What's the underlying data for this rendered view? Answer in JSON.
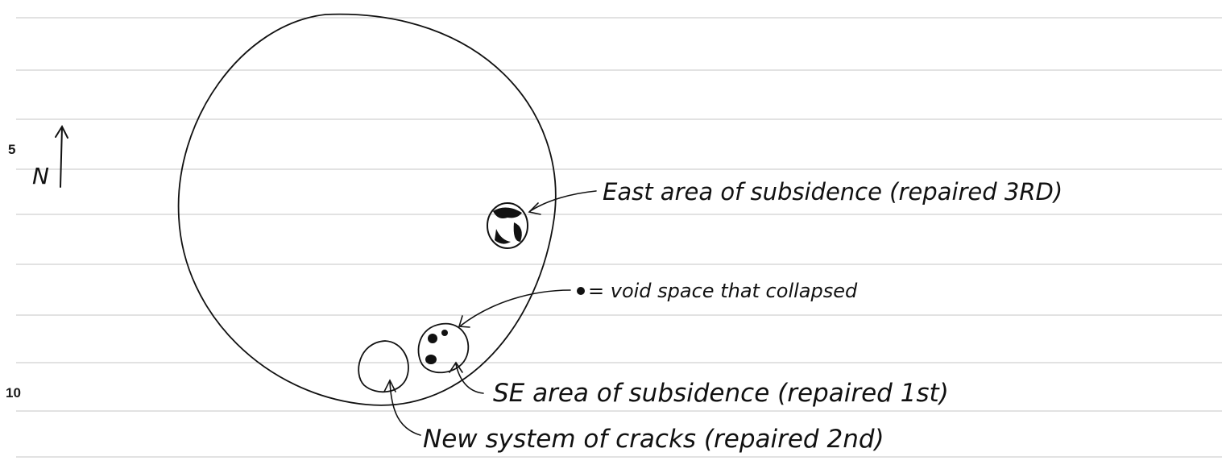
{
  "page": {
    "line_numbers": [
      "5",
      "10"
    ],
    "ink_color": "#111111",
    "rule_color": "#bdbdbd"
  },
  "compass": {
    "letter": "N",
    "icon": "north-arrow-icon"
  },
  "labels": {
    "east_area": "East area of subsidence (repaired 3RD)",
    "void_legend": "= void space that collapsed",
    "se_area": "SE area of subsidence (repaired 1st)",
    "new_cracks": "New system of cracks (repaired 2nd)"
  }
}
